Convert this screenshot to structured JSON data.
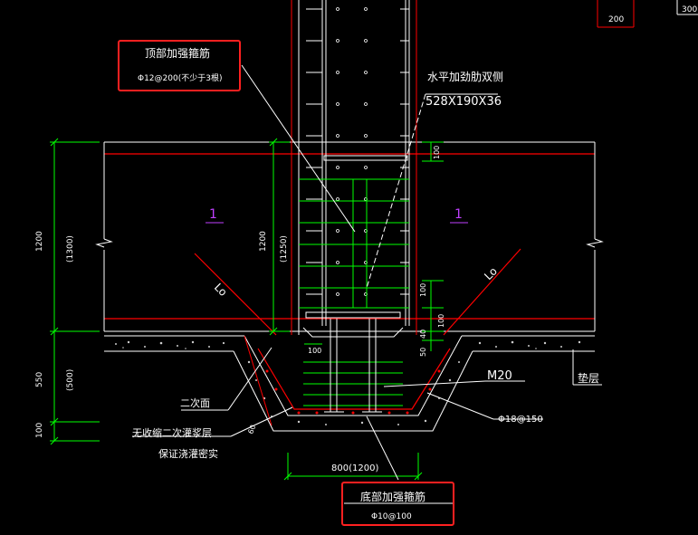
{
  "annotations": {
    "top_rebar_title": "顶部加强箍筋",
    "top_rebar_spec": "Φ12@200(不少于3根)",
    "horizontal_rib": "水平加劲肋双侧",
    "rib_size": "528X190X36",
    "section_mark": "1",
    "length_mark": "Lo",
    "grout_recess": "二次面",
    "grout_line1": "无收缩二次灌浆层",
    "grout_line2": "保证浇灌密实",
    "concrete_grade": "M20",
    "base_rebar": "Φ18@150",
    "cushion": "垫层",
    "bottom_rebar_title": "底部加强箍筋",
    "bottom_rebar_spec": "Φ10@100",
    "bottom_width": "800(1200)",
    "corner_value": "200",
    "corner_value2": "300"
  },
  "dimensions": {
    "left_total": "1200",
    "left_total_paren": "(1300)",
    "left_lower": "550",
    "left_lower_paren": "(500)",
    "left_bottom": "100",
    "inner_height": "1200",
    "inner_height_paren": "(1250)",
    "rib_100_top": "100",
    "rib_100_a": "100",
    "rib_100_b": "100",
    "rib_40": "40",
    "rib_50": "50",
    "base_100": "100",
    "slope_60": "60"
  },
  "colors": {
    "background": "#000000",
    "dimension": "#00ff00",
    "outline": "#ff0000",
    "steel": "#ffffff",
    "highlight_box": "#ff2020",
    "section_mark": "#c040ff"
  }
}
